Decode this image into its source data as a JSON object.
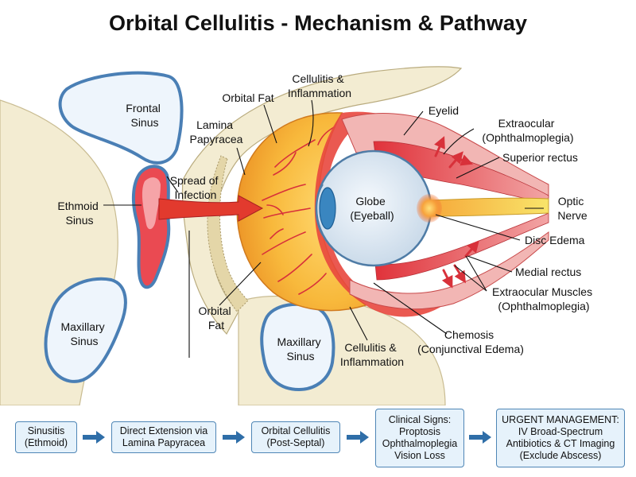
{
  "title": "Orbital Cellulitis - Mechanism & Pathway",
  "labels": {
    "frontal_sinus": [
      "Frontal",
      "Sinus"
    ],
    "ethmoid_sinus": [
      "Ethmoid",
      "Sinus"
    ],
    "maxillary_sinus_left": [
      "Maxillary",
      "Sinus"
    ],
    "maxillary_sinus_right": [
      "Maxillary",
      "Sinus"
    ],
    "lamina_papyracea": [
      "Lamina",
      "Papyracea"
    ],
    "orbital_fat_top": "Orbital Fat",
    "orbital_fat_lower": [
      "Orbital",
      "Fat"
    ],
    "spread_of_infection": [
      "Spread of",
      "Infection"
    ],
    "cellulitis_top": [
      "Cellulitis &",
      "Inflammation"
    ],
    "cellulitis_bottom": [
      "Cellulitis &",
      "Inflammation"
    ],
    "eyelid": "Eyelid",
    "extraocular_top": [
      "Extraocular",
      "(Ophthalmoplegia)"
    ],
    "superior_rectus": "Superior rectus",
    "globe": [
      "Globe",
      "(Eyeball)"
    ],
    "optic_nerve": [
      "Optic",
      "Nerve"
    ],
    "disc_edema": "Disc Edema",
    "medial_rectus": "Medial rectus",
    "extraocular_bottom": [
      "Extraocular Muscles",
      "(Ophthalmoplegia)"
    ],
    "chemosis": [
      "Chemosis",
      "(Conjunctival Edema)"
    ]
  },
  "flow": [
    "Sinusitis\n(Ethmoid)",
    "Direct Extension via\nLamina Papyracea",
    "Orbital Cellulitis\n(Post-Septal)",
    "Clinical Signs:\nProptosis\nOphthalmoplegia\nVision Loss",
    "URGENT MANAGEMENT:\nIV Broad-Spectrum\nAntibiotics & CT Imaging\n(Exclude Abscess)"
  ],
  "colors": {
    "sinus_outline": "#4a7fb5",
    "sinus_fill": "#eef5fc",
    "bone": "#f3ecd2",
    "orbital_fat": "#f6b43a",
    "inflammation": "#e23a2e",
    "muscle": "#e0525a",
    "optic_nerve": "#f4d94a",
    "globe": "#dde8f2",
    "iris": "#3a86c0",
    "flow_box_fill": "#e6f2fb",
    "flow_arrow": "#2f6ea8"
  }
}
